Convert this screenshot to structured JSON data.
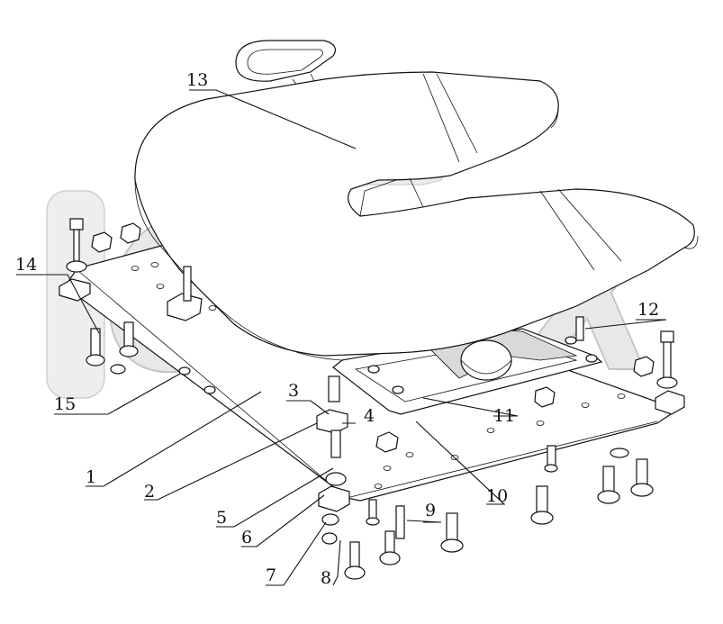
{
  "watermark": {
    "text": "OPEX",
    "fill": "#e6e6e6",
    "stroke": "#bdbdbd"
  },
  "callouts": [
    {
      "id": "1",
      "text": "1"
    },
    {
      "id": "2",
      "text": "2"
    },
    {
      "id": "3",
      "text": "3"
    },
    {
      "id": "4",
      "text": "4"
    },
    {
      "id": "5",
      "text": "5"
    },
    {
      "id": "6",
      "text": "6"
    },
    {
      "id": "7",
      "text": "7"
    },
    {
      "id": "8",
      "text": "8"
    },
    {
      "id": "9",
      "text": "9"
    },
    {
      "id": "10",
      "text": "10"
    },
    {
      "id": "11",
      "text": "11"
    },
    {
      "id": "12",
      "text": "12"
    },
    {
      "id": "13",
      "text": "13"
    },
    {
      "id": "14",
      "text": "14"
    },
    {
      "id": "15",
      "text": "15"
    }
  ]
}
